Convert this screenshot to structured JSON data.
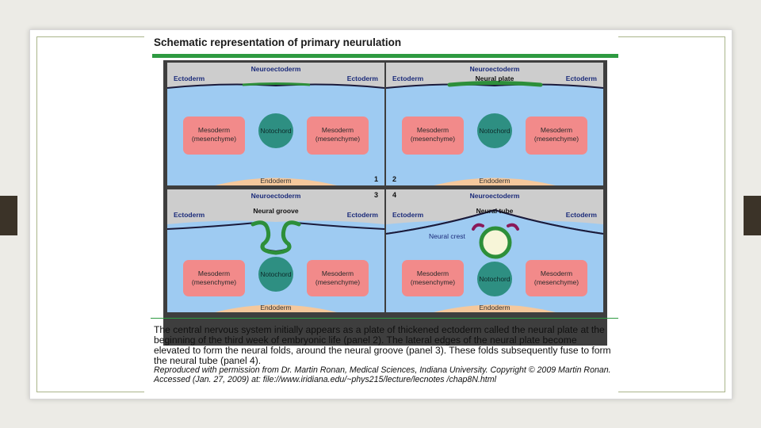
{
  "figure": {
    "title": "Schematic representation of primary neurulation",
    "caption": "The central nervous system initially appears as a plate of thickened ectoderm called the neural plate at the beginning of the third week of embryonic life (panel 2). The lateral edges of the neural plate become elevated to form the neural folds, around the neural groove (panel 3). These folds subsequently fuse to form the neural tube (panel 4).",
    "credit": "Reproduced with permission from Dr. Martin Ronan, Medical Sciences, Indiana University. Copyright © 2009 Martin Ronan. Accessed (Jan. 27, 2009) at: file://www.iridiana.edu/~phys215/lecture/lecnotes /chap8N.html"
  },
  "labels": {
    "neuroectoderm": "Neuroectoderm",
    "ectoderm": "Ectoderm",
    "mesoderm": "Mesoderm",
    "mesenchyme": "(mesenchyme)",
    "notochord": "Notochord",
    "endoderm": "Endoderm",
    "neural_plate": "Neural plate",
    "neural_groove": "Neural groove",
    "neural_tube": "Neural tube",
    "neural_crest": "Neural crest"
  },
  "panels": [
    {
      "number": "1",
      "feature": ""
    },
    {
      "number": "2",
      "feature": "neural_plate"
    },
    {
      "number": "3",
      "feature": "neural_groove"
    },
    {
      "number": "4",
      "feature": "neural_tube"
    }
  ],
  "colors": {
    "ectoderm_grey": "#cdcdcd",
    "mesoderm_blue": "#9ecbf2",
    "mesoderm_pink": "#f28a8a",
    "notochord_teal": "#2e8f82",
    "endoderm_peach": "#f5c89c",
    "neuroectoderm_green": "#2d8f3a",
    "label_navy": "#1b2b7a",
    "neural_crest_purple": "#8a1a5a",
    "accent_green": "#2e9a41"
  }
}
